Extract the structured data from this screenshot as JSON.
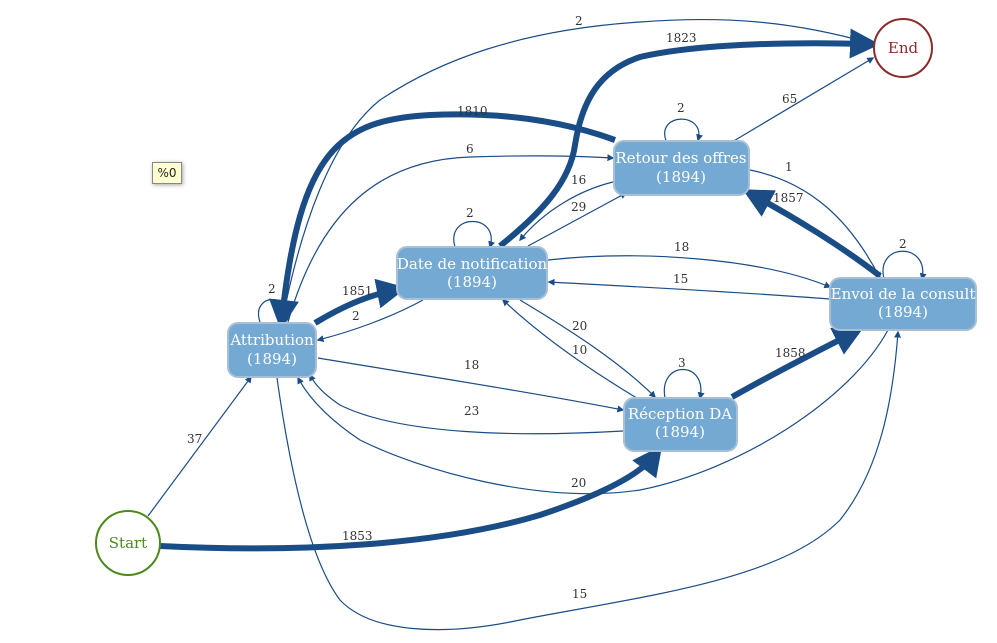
{
  "zoom_badge": "%0",
  "colors": {
    "edge": "#1a4c86",
    "node_fill": "#74a9d3",
    "node_border": "#a9bfd4",
    "start": "#4b8a1d",
    "end": "#8b2b2b",
    "badge_bg": "#ffffd2"
  },
  "nodes": {
    "start": {
      "label": "Start"
    },
    "end": {
      "label": "End"
    },
    "retour": {
      "name": "Retour des offres",
      "count": "(1894)"
    },
    "datenotif": {
      "name": "Date de notification",
      "count": "(1894)"
    },
    "attribution": {
      "name": "Attribution",
      "count": "(1894)"
    },
    "reception": {
      "name": "Réception DA",
      "count": "(1894)"
    },
    "envoi": {
      "name": "Envoi de la consult",
      "count": "(1894)"
    }
  },
  "edges": [
    {
      "from": "Attribution",
      "to": "End",
      "label": "2"
    },
    {
      "from": "Date de notification",
      "to": "End",
      "label": "1823"
    },
    {
      "from": "Retour des offres",
      "to": "Attribution",
      "label": "1810"
    },
    {
      "from": "Retour des offres",
      "to": "Retour des offres",
      "label": "2"
    },
    {
      "from": "Retour des offres",
      "to": "End",
      "label": "65"
    },
    {
      "from": "Attribution",
      "to": "Retour des offres",
      "label": "6"
    },
    {
      "from": "Retour des offres",
      "to": "Date de notification",
      "label": "16"
    },
    {
      "from": "Date de notification",
      "to": "Retour des offres",
      "label": "29"
    },
    {
      "from": "Retour des offres",
      "to": "Envoi de la consult",
      "label": "1"
    },
    {
      "from": "Envoi de la consult",
      "to": "Retour des offres",
      "label": "1857"
    },
    {
      "from": "Date de notification",
      "to": "Date de notification",
      "label": "2"
    },
    {
      "from": "Date de notification",
      "to": "Envoi de la consult",
      "label": "18"
    },
    {
      "from": "Envoi de la consult",
      "to": "Date de notification",
      "label": "15"
    },
    {
      "from": "Envoi de la consult",
      "to": "Envoi de la consult",
      "label": "2"
    },
    {
      "from": "Attribution",
      "to": "Attribution",
      "label": "2"
    },
    {
      "from": "Attribution",
      "to": "Date de notification",
      "label": "1851"
    },
    {
      "from": "Date de notification",
      "to": "Attribution",
      "label": "2"
    },
    {
      "from": "Date de notification",
      "to": "Réception DA",
      "label": "20"
    },
    {
      "from": "Réception DA",
      "to": "Date de notification",
      "label": "10"
    },
    {
      "from": "Réception DA",
      "to": "Réception DA",
      "label": "3"
    },
    {
      "from": "Réception DA",
      "to": "Envoi de la consult",
      "label": "1858"
    },
    {
      "from": "Attribution",
      "to": "Réception DA",
      "label": "18"
    },
    {
      "from": "Réception DA",
      "to": "Attribution",
      "label": "23"
    },
    {
      "from": "Start",
      "to": "Attribution",
      "label": "37"
    },
    {
      "from": "Envoi de la consult",
      "to": "Attribution",
      "label": "20"
    },
    {
      "from": "Start",
      "to": "Réception DA",
      "label": "1853"
    },
    {
      "from": "Attribution",
      "to": "Envoi de la consult",
      "label": "15"
    }
  ]
}
